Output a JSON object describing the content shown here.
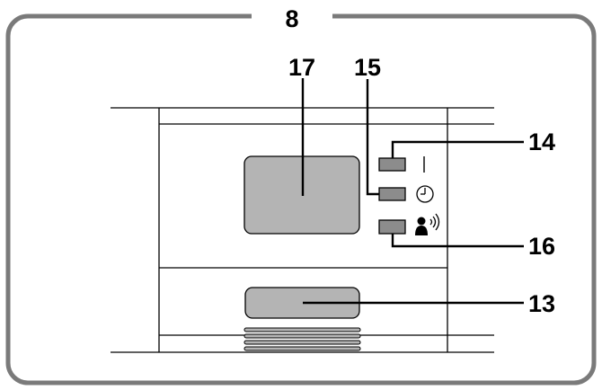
{
  "section_number": "8",
  "callouts": {
    "display_window": "17",
    "timer_indicator": "15",
    "power_indicator": "14",
    "remote_sensor": "16",
    "front_panel": "13"
  },
  "icons": {
    "power_mark": "power-line-icon",
    "timer_mark": "clock-icon",
    "remote_mark": "person-signal-icon"
  },
  "colors": {
    "frame": "#7a7a7a",
    "panel_gray": "#b4b4b4",
    "indicator_gray": "#8c8c8c",
    "line": "#000000"
  }
}
